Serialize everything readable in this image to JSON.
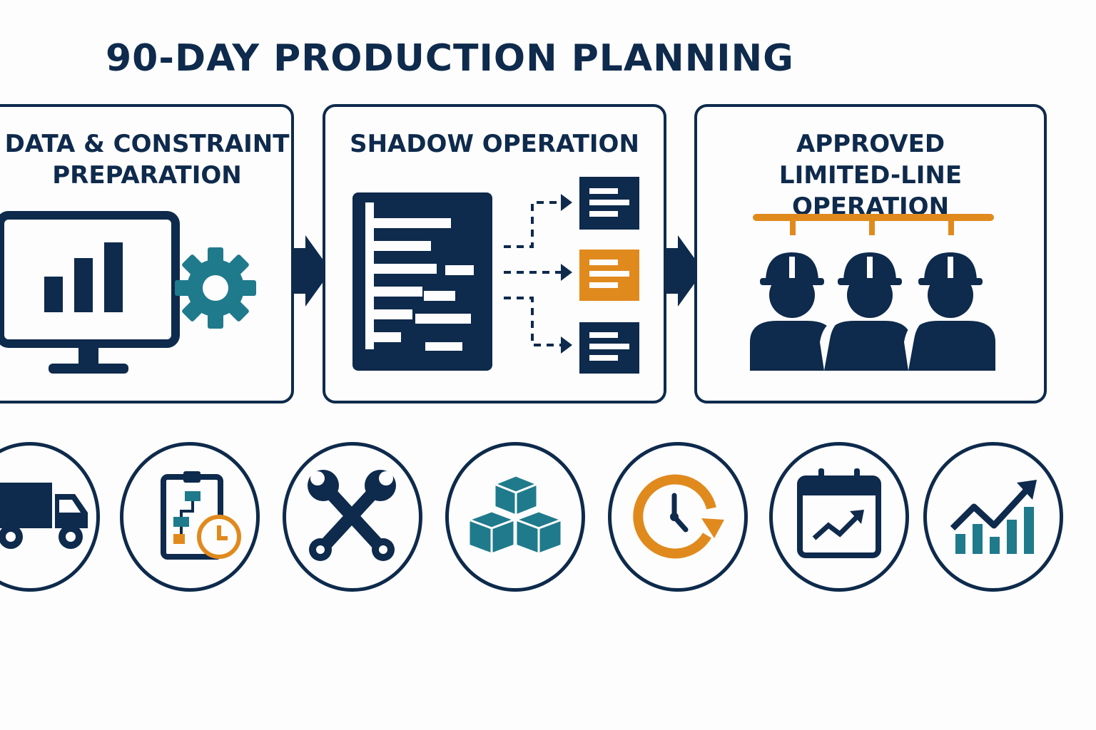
{
  "title": "90-DAY PRODUCTION PLANNING",
  "colors": {
    "navy": "#0e2a4c",
    "teal": "#1f7a8c",
    "orange": "#e08a1e",
    "background": "#fdfdfd"
  },
  "stages": [
    {
      "title": "DATA & CONSTRAINT\nPREPARATION",
      "icon": "monitor-chart-gear-icon"
    },
    {
      "title": "SHADOW OPERATION",
      "icon": "document-branch-icon"
    },
    {
      "title": "APPROVED\nLIMITED-LINE OPERATION",
      "icon": "workers-line-icon"
    }
  ],
  "icons": [
    "truck-icon",
    "clipboard-flowchart-clock-icon",
    "wrench-screwdriver-icon",
    "stacked-cubes-icon",
    "clock-refresh-icon",
    "calendar-trend-icon",
    "bar-chart-trend-icon"
  ]
}
